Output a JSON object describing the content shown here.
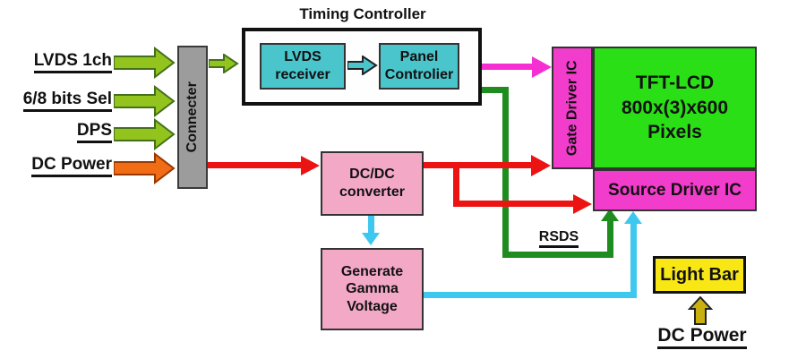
{
  "colors": {
    "signal_arrow_green": "#93c41e",
    "power_arrow_orange": "#f06d15",
    "connector_gray": "#9c9c9c",
    "cyan_block": "#4ac5cb",
    "magenta_block": "#f23ccb",
    "magenta_line": "#f62fd3",
    "tft_green": "#2bdf17",
    "pink_block": "#f3a8c6",
    "power_red_line": "#ec1313",
    "rsds_green_line": "#1f8c1f",
    "gamma_cyan_line": "#3fc8ef",
    "lightbar_yellow": "#f8e714",
    "dc_power_arrow_gold": "#c9b010"
  },
  "inputs": {
    "items": [
      {
        "label": "LVDS 1ch"
      },
      {
        "label": "6/8 bits Sel"
      },
      {
        "label": "DPS"
      },
      {
        "label": "DC Power"
      }
    ]
  },
  "connector": {
    "label": "Connecter"
  },
  "timing_controller": {
    "title": "Timing Controller",
    "lvds_receiver": {
      "line1": "LVDS",
      "line2": "receiver"
    },
    "panel_controller": {
      "line1": "Panel",
      "line2": "Controlier"
    }
  },
  "dcdc_converter": {
    "line1": "DC/DC",
    "line2": "converter"
  },
  "gamma_generator": {
    "line1": "Generate",
    "line2": "Gamma",
    "line3": "Voltage"
  },
  "gate_driver": {
    "label": "Gate Driver IC"
  },
  "tft_lcd": {
    "line1": "TFT-LCD",
    "line2": "800x(3)x600",
    "line3": "Pixels"
  },
  "source_driver": {
    "label": "Source Driver IC"
  },
  "rsds": {
    "label": "RSDS"
  },
  "light_bar": {
    "label": "Light Bar"
  },
  "dc_power_bottom": {
    "label": "DC Power"
  }
}
